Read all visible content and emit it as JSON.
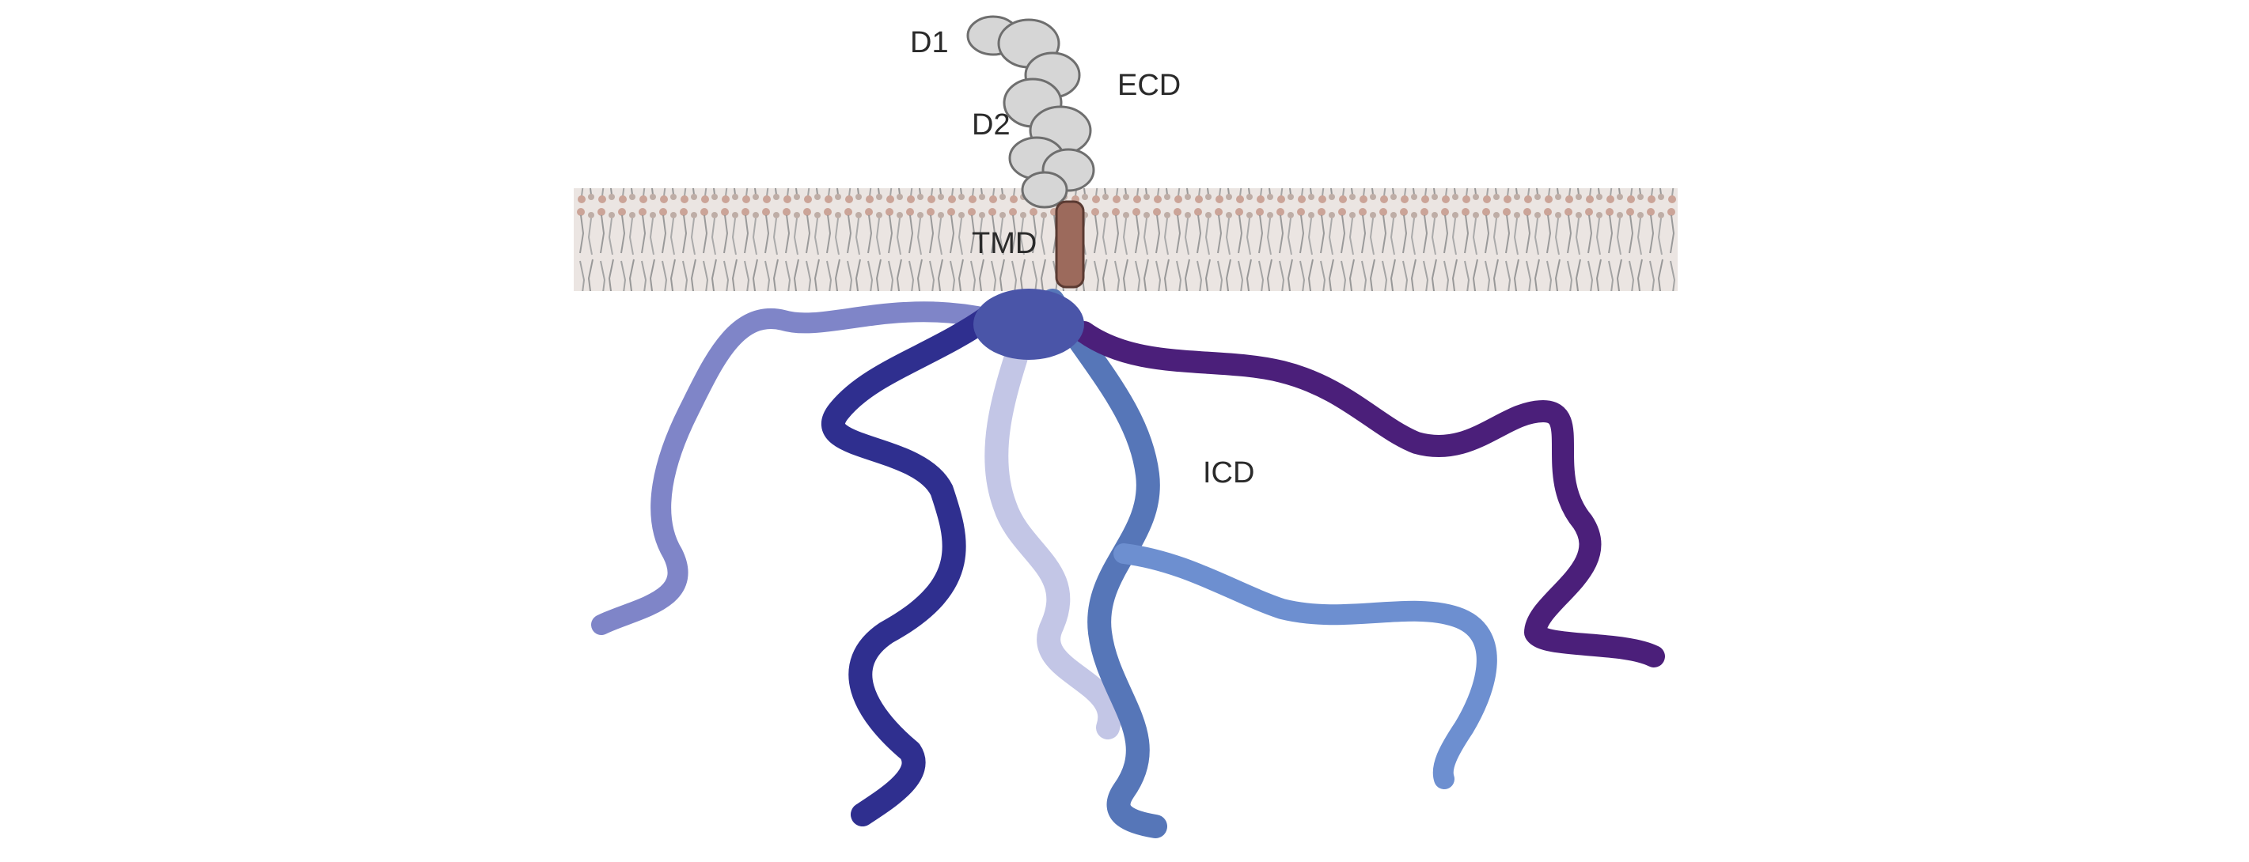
{
  "labels": {
    "d1": "D1",
    "d2": "D2",
    "ecd": "ECD",
    "tmd": "TMD",
    "icd": "ICD"
  },
  "colors": {
    "background": "#ffffff",
    "ecd": "#d9d9d9",
    "tmd": "#9c6a5c",
    "membrane": "#c9b1a7",
    "chain_light": "#c3c6e6",
    "chain_mid": "#7f8ccf",
    "chain_dark": "#2f2f8f",
    "chain_purple": "#4b1f7a",
    "chain_blue": "#5676b8"
  }
}
